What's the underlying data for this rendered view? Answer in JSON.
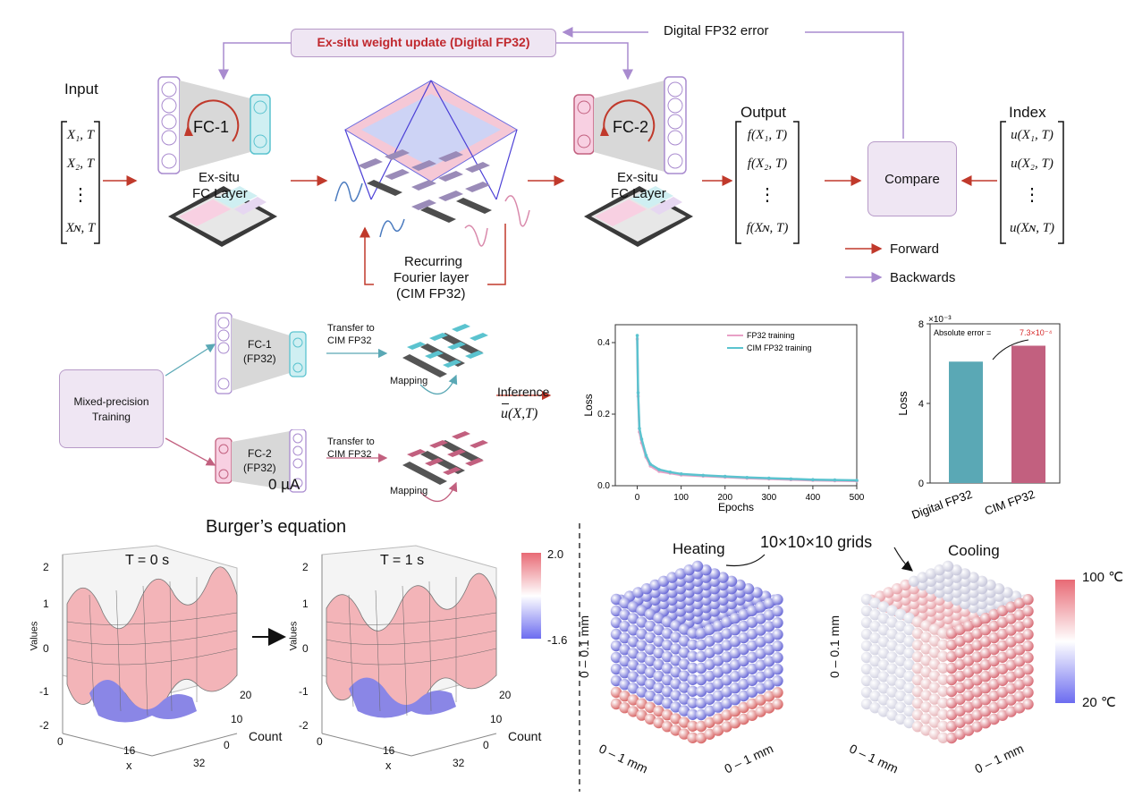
{
  "top": {
    "update_box": "Ex-situ weight update (Digital FP32)",
    "error_label": "Digital FP32 error",
    "input_label": "Input",
    "input_entries": [
      "X₁, T",
      "X₂, T",
      "⋮",
      "Xɴ, T"
    ],
    "fc1_label": "FC-1",
    "fc2_label": "FC-2",
    "exsitu_label_line1": "Ex-situ",
    "exsitu_label_line2": "FC Layer",
    "fourier_line1": "Recurring",
    "fourier_line2": "Fourier layer",
    "fourier_line3": "(CIM FP32)",
    "output_label": "Output",
    "output_entries": [
      "f(X₁, T)",
      "f(X₂, T)",
      "⋮",
      "f(Xɴ, T)"
    ],
    "compare_label": "Compare",
    "index_label": "Index",
    "index_entries": [
      "u(X₁, T)",
      "u(X₂, T)",
      "⋮",
      "u(Xɴ, T)"
    ],
    "legend_forward": "Forward",
    "legend_backwards": "Backwards"
  },
  "middle": {
    "mixed_box_line1": "Mixed-precision",
    "mixed_box_line2": "Training",
    "fc1_line1": "FC-1",
    "fc1_line2": "(FP32)",
    "fc2_line1": "FC-2",
    "fc2_line2": "(FP32)",
    "transfer_line1": "Transfer to",
    "transfer_line2": "CIM FP32",
    "mapping": "Mapping",
    "inference": "Inference",
    "inference_expr": "u(X,T)",
    "current_label": "0 µA"
  },
  "chart_data": [
    {
      "type": "line",
      "xlabel": "Epochs",
      "ylabel": "Loss",
      "xlim": [
        -50,
        500
      ],
      "ylim": [
        0,
        0.45
      ],
      "xticks": [
        "0",
        "100",
        "200",
        "300",
        "400",
        "500"
      ],
      "yticks": [
        "0.0",
        "0.2",
        "0.4"
      ],
      "legend_position": "top-right",
      "series": [
        {
          "name": "FP32 training",
          "color": "#e8a0c6",
          "x": [
            0,
            2,
            5,
            10,
            20,
            30,
            50,
            75,
            100,
            150,
            200,
            250,
            300,
            350,
            400,
            450,
            500
          ],
          "y": [
            0.41,
            0.25,
            0.15,
            0.12,
            0.08,
            0.055,
            0.04,
            0.035,
            0.03,
            0.027,
            0.024,
            0.021,
            0.019,
            0.017,
            0.015,
            0.014,
            0.013
          ]
        },
        {
          "name": "CIM FP32 training",
          "color": "#5bc3cf",
          "x": [
            0,
            2,
            5,
            10,
            20,
            30,
            50,
            75,
            100,
            150,
            200,
            250,
            300,
            350,
            400,
            450,
            500
          ],
          "y": [
            0.42,
            0.26,
            0.16,
            0.13,
            0.085,
            0.06,
            0.045,
            0.038,
            0.033,
            0.029,
            0.026,
            0.023,
            0.021,
            0.019,
            0.017,
            0.016,
            0.015
          ]
        }
      ]
    },
    {
      "type": "bar",
      "ylabel": "Loss",
      "ylim": [
        0,
        0.008
      ],
      "y_multiplier": "×10⁻³",
      "yticks": [
        "0",
        "4",
        "8"
      ],
      "categories": [
        "Digital FP32",
        "CIM FP32"
      ],
      "values": [
        0.0061,
        0.0069
      ],
      "colors": [
        "#5aa8b5",
        "#c2607f"
      ],
      "annotation": "Absolute error = ",
      "annotation_value": "7.3×10⁻⁴"
    }
  ],
  "bottom": {
    "burgers_title": "Burger’s equation",
    "t0": "T = 0 s",
    "t1": "T = 1 s",
    "zlabel": "Values",
    "xlabel": "x",
    "ylabel": "Count",
    "zticks": [
      "2",
      "1",
      "0",
      "-1",
      "-2"
    ],
    "xticks": [
      "0",
      "16",
      "32"
    ],
    "yticks": [
      "20",
      "10",
      "0"
    ],
    "colorbar_max": "2.0",
    "colorbar_min": "-1.6",
    "heating": "Heating",
    "cooling": "Cooling",
    "grids": "10×10×10 grids",
    "cube_z": "0 – 0.1 mm",
    "cube_x": "0 – 1 mm",
    "cube_y": "0 – 1 mm",
    "temp_max": "100 ℃",
    "temp_min": "20 ℃"
  },
  "colors": {
    "forward": "#c0392b",
    "backward": "#a98bcf",
    "purple_box": "#efe6f3",
    "cyan": "#5bc3cf",
    "pink": "#c2607f"
  }
}
